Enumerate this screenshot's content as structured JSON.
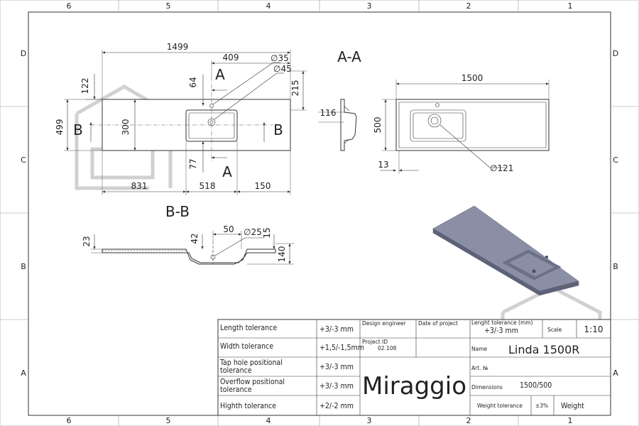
{
  "frame": {
    "col_labels": [
      "6",
      "5",
      "4",
      "3",
      "2",
      "1"
    ],
    "row_labels": [
      "D",
      "C",
      "B",
      "A"
    ]
  },
  "plan_view": {
    "dim_total_length": "1499",
    "dim_bowl_offset": "409",
    "dim_tap_hole": "∅35",
    "dim_drain_hole": "∅45",
    "dim_top_offset": "64",
    "dim_left_top": "122",
    "dim_right_top": "215",
    "dim_total_width": "499",
    "dim_bowl_depth": "300",
    "dim_bottom_gap": "77",
    "dim_left_length": "831",
    "dim_bowl_length": "518",
    "dim_right_end": "150",
    "section_a_top": "A",
    "section_a_bottom": "A",
    "section_b_left": "B",
    "section_b_right": "B"
  },
  "section_aa": {
    "title": "A-A",
    "dim_depth": "116",
    "dim_length": "1500",
    "dim_width": "500",
    "dim_edge": "13",
    "dim_bowl_dia": "∅121"
  },
  "section_bb": {
    "title": "B-B",
    "dim_thickness": "23",
    "dim_offset": "42",
    "dim_50": "50",
    "dim_hole": "∅25",
    "dim_15": "15",
    "dim_height": "140"
  },
  "title_block": {
    "tolerances": [
      {
        "label": "Length tolerance",
        "value": "+3/-3 mm"
      },
      {
        "label": "Width tolerance",
        "value": "+1,5/-1,5mm"
      },
      {
        "label": "Tap hole positional tolerance",
        "value": "+3/-3 mm"
      },
      {
        "label": "Overflow positional tolerance",
        "value": "+3/-3 mm"
      },
      {
        "label": "Highth tolerance",
        "value": "+2/-2 mm"
      }
    ],
    "design_engineer_label": "Design engineer",
    "date_label": "Date of project",
    "project_id_label": "Project ID",
    "project_id_value": "02.108",
    "brand": "Miraggio",
    "length_tol_label": "Lenght tolerance (mm)",
    "length_tol_value": "+3/-3 mm",
    "scale_label": "Scale",
    "scale_value": "1:10",
    "name_label": "Name",
    "name_value": "Linda  1500R",
    "art_label": "Art. №",
    "dimensions_label": "Dimensions",
    "dimensions_value": "1500/500",
    "weight_tol_label": "Weight tolerance",
    "weight_tol_value": "±3%",
    "weight_label": "Weight"
  },
  "colors": {
    "basin_top": "#8a8fa6",
    "basin_edge": "#5e6277",
    "basin_bowl": "#6d7189"
  }
}
